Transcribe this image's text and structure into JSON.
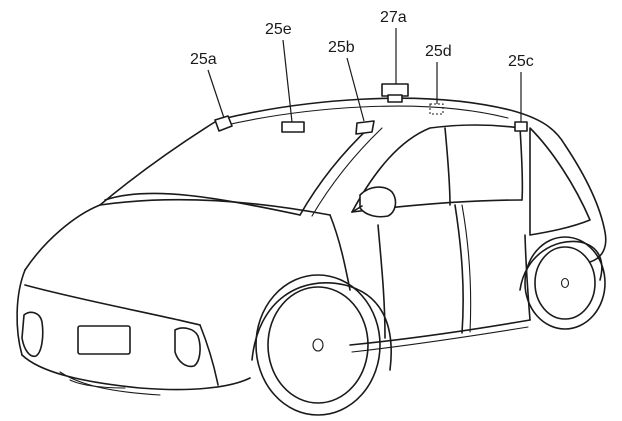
{
  "labels": {
    "sensor_25a": "25a",
    "sensor_25e": "25e",
    "sensor_25b": "25b",
    "unit_27a": "27a",
    "sensor_25d": "25d",
    "sensor_25c": "25c"
  }
}
